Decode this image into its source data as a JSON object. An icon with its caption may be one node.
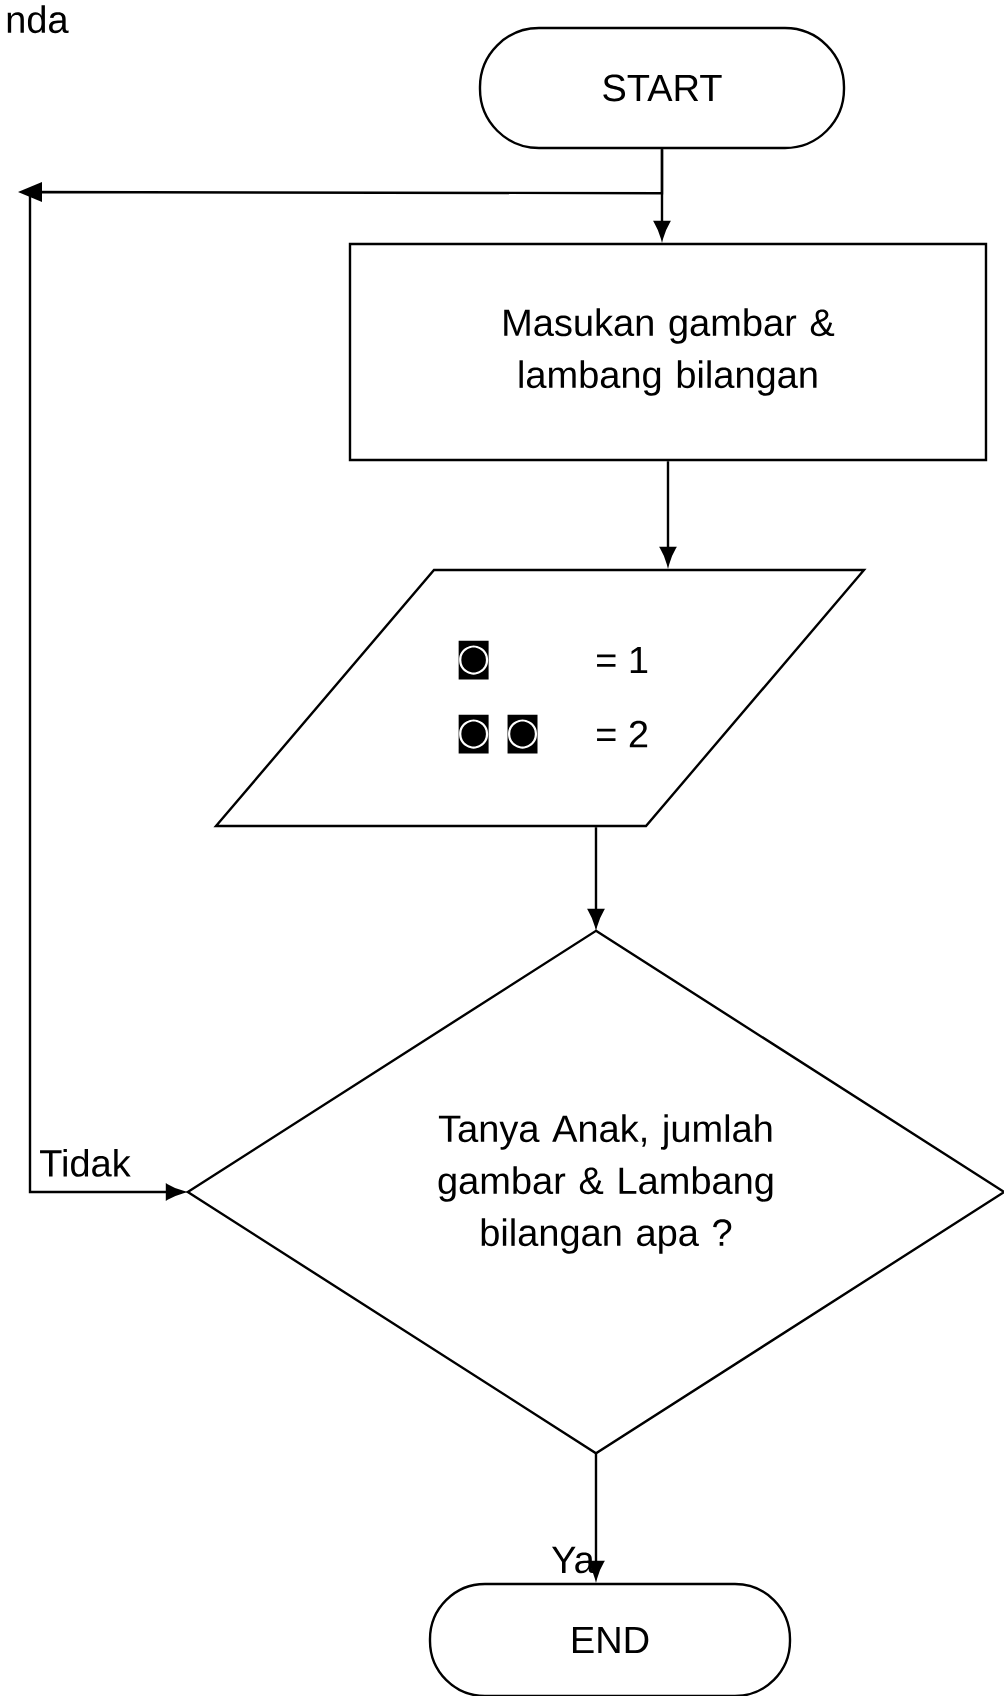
{
  "diagram": {
    "nodes": [
      {
        "text": [
          "START"
        ]
      },
      {
        "text": [
          "Masukan gambar & lambang bilangan"
        ]
      },
      {
        "text": [
          "◙",
          "= 1",
          "◙ ◙",
          "= 2"
        ]
      },
      {
        "text": [
          "Tanya Anak, jumlah gambar & Lambang bilangan  apa ?"
        ]
      },
      {
        "text": [
          "END"
        ]
      }
    ],
    "edges": [
      {
        "from": 0,
        "to": 1,
        "arrow": "to"
      },
      {
        "from": 1,
        "to": 2,
        "arrow": "to"
      },
      {
        "from": 2,
        "to": 3,
        "arrow": "to"
      },
      {
        "from": 0,
        "to": 3,
        "arrow": "to",
        "label": "Tidak"
      },
      {
        "from": 3,
        "to": 4,
        "arrow": "to",
        "label": "Ya"
      }
    ],
    "labels": [
      "nda"
    ]
  }
}
